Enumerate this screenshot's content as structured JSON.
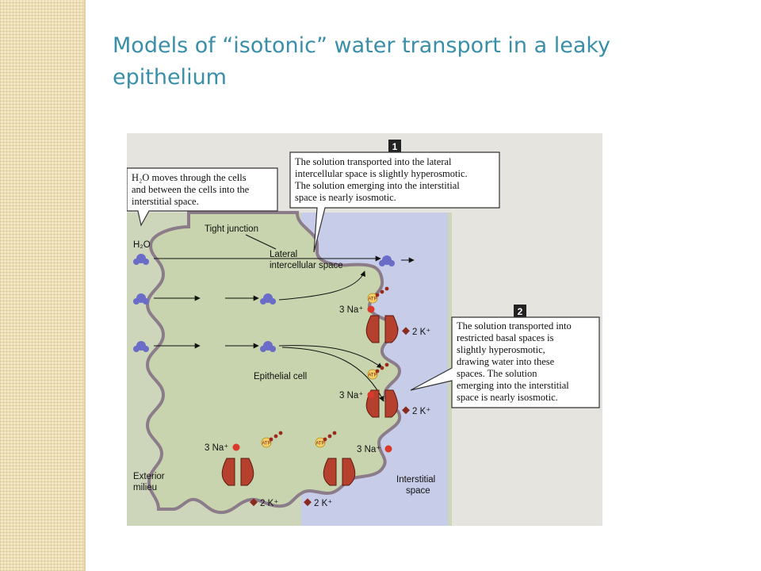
{
  "slide": {
    "title": "Models of “isotonic” water transport in a leaky epithelium"
  },
  "figure": {
    "callouts": {
      "h2o_box": [
        "H₂O moves through the cells",
        "and between the cells into the",
        "interstitial space."
      ],
      "box1": [
        "The solution transported into the lateral",
        "intercellular space is slightly hyperosmotic.",
        "The solution emerging into the interstitial",
        "space is nearly isosmotic."
      ],
      "box2": [
        "The solution transported into",
        "restricted basal spaces is",
        "slightly hyperosmotic,",
        "drawing water into these",
        "spaces. The solution",
        "emerging into the interstitial",
        "space is nearly isosmotic."
      ]
    },
    "step_badges": [
      "1",
      "2"
    ],
    "labels": {
      "tight_junction": "Tight junction",
      "h2o": "H₂O",
      "lateral_space": [
        "Lateral",
        "intercellular space"
      ],
      "epithelial_cell": "Epithelial cell",
      "exterior": [
        "Exterior",
        "milieu"
      ],
      "interstitial": [
        "Interstitial",
        "space"
      ],
      "na": "3 Na⁺",
      "k": "2 K⁺",
      "atp": "ATP"
    },
    "colors": {
      "cell": "#c8d4ad",
      "exterior": "#cdd6bb",
      "interstitial": "#c7cde9",
      "membrane": "#8c7c8a",
      "water": "#6a6cc8",
      "sodium": "#d8392b",
      "potassium": "#8a2a1e",
      "pump": "#b5402e",
      "callout_border": "#333333"
    }
  }
}
